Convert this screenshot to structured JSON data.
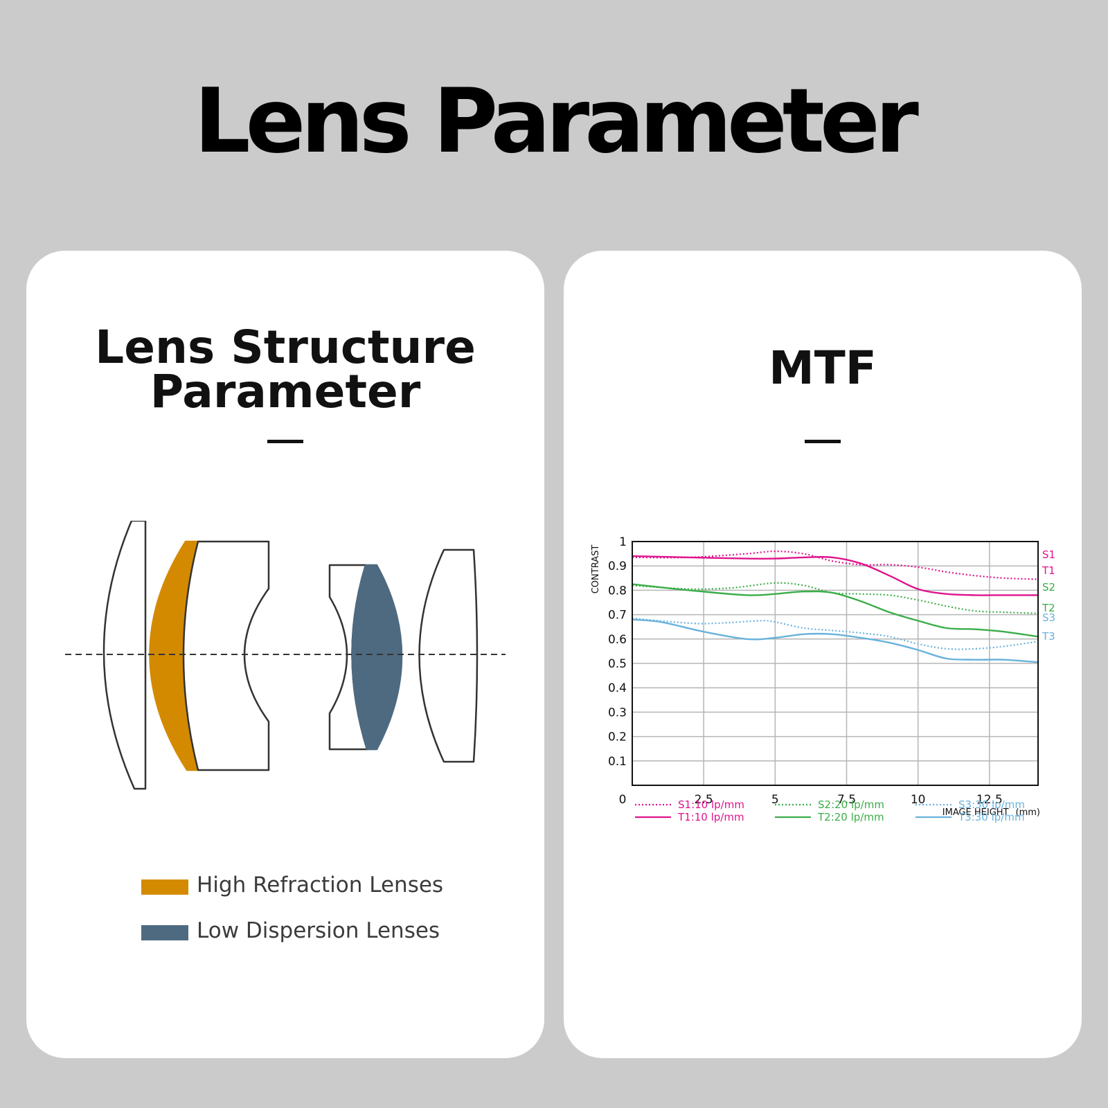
{
  "page": {
    "title": "Lens Parameter"
  },
  "lens_structure": {
    "title_line1": "Lens Structure",
    "title_line2": "Parameter",
    "legend": [
      {
        "label": "High Refraction Lenses",
        "color": "#d48a00"
      },
      {
        "label": "Low Dispersion Lenses",
        "color": "#4e6a80"
      }
    ]
  },
  "mtf": {
    "title": "MTF"
  },
  "chart_data": {
    "type": "line",
    "ylabel": "CONTRAST",
    "xlabel": "IMAGE HEIGHT",
    "xunit": "(mm)",
    "xlim": [
      0,
      14.2
    ],
    "ylim": [
      0,
      1
    ],
    "x_ticks": [
      "0",
      "2.5",
      "5",
      "7.5",
      "10",
      "12.5"
    ],
    "y_ticks": [
      "0.1",
      "0.2",
      "0.3",
      "0.4",
      "0.5",
      "0.6",
      "0.7",
      "0.8",
      "0.9",
      "1"
    ],
    "grid": true,
    "series": [
      {
        "name": "S1:10 lp/mm",
        "end_label": "S1",
        "color": "#e0138c",
        "style": "dotted",
        "x": [
          0,
          2,
          4,
          5,
          6,
          7,
          8,
          9,
          10,
          11,
          12,
          13,
          14.2
        ],
        "y": [
          0.935,
          0.935,
          0.95,
          0.96,
          0.95,
          0.92,
          0.905,
          0.905,
          0.895,
          0.875,
          0.86,
          0.85,
          0.845
        ]
      },
      {
        "name": "T1:10 lp/mm",
        "end_label": "T1",
        "color": "#e0138c",
        "style": "solid",
        "x": [
          0,
          2,
          4,
          5,
          6,
          7,
          8,
          9,
          10,
          11,
          12,
          13,
          14.2
        ],
        "y": [
          0.94,
          0.935,
          0.93,
          0.93,
          0.935,
          0.935,
          0.91,
          0.86,
          0.805,
          0.785,
          0.78,
          0.78,
          0.78
        ]
      },
      {
        "name": "S2:20 lp/mm",
        "end_label": "S2",
        "color": "#3aad48",
        "style": "dotted",
        "x": [
          0,
          2,
          3.5,
          5,
          6,
          7,
          8,
          9,
          10,
          11,
          12,
          13,
          14.2
        ],
        "y": [
          0.82,
          0.805,
          0.81,
          0.83,
          0.82,
          0.79,
          0.785,
          0.78,
          0.76,
          0.735,
          0.715,
          0.71,
          0.705
        ]
      },
      {
        "name": "T2:20 lp/mm",
        "end_label": "T2",
        "color": "#3aad48",
        "style": "solid",
        "x": [
          0,
          2,
          4,
          5,
          6,
          7,
          8,
          9,
          10,
          11,
          12,
          13,
          14.2
        ],
        "y": [
          0.825,
          0.8,
          0.78,
          0.785,
          0.795,
          0.79,
          0.755,
          0.71,
          0.675,
          0.645,
          0.64,
          0.63,
          0.61
        ]
      },
      {
        "name": "S3:30 lp/mm",
        "end_label": "S3",
        "color": "#68b2dc",
        "style": "dotted",
        "x": [
          0,
          2,
          3,
          4.5,
          5,
          6,
          7,
          8,
          9,
          10,
          11,
          12,
          13,
          14.2
        ],
        "y": [
          0.685,
          0.665,
          0.665,
          0.675,
          0.67,
          0.645,
          0.635,
          0.625,
          0.61,
          0.58,
          0.56,
          0.56,
          0.57,
          0.59
        ]
      },
      {
        "name": "T3:30 lp/mm",
        "end_label": "T3",
        "color": "#68b2dc",
        "style": "solid",
        "x": [
          0,
          1,
          2.5,
          4,
          5,
          6,
          7,
          8,
          9,
          10,
          11,
          12,
          13,
          14.2
        ],
        "y": [
          0.68,
          0.67,
          0.63,
          0.6,
          0.605,
          0.62,
          0.62,
          0.605,
          0.585,
          0.555,
          0.52,
          0.515,
          0.515,
          0.505
        ]
      }
    ]
  }
}
